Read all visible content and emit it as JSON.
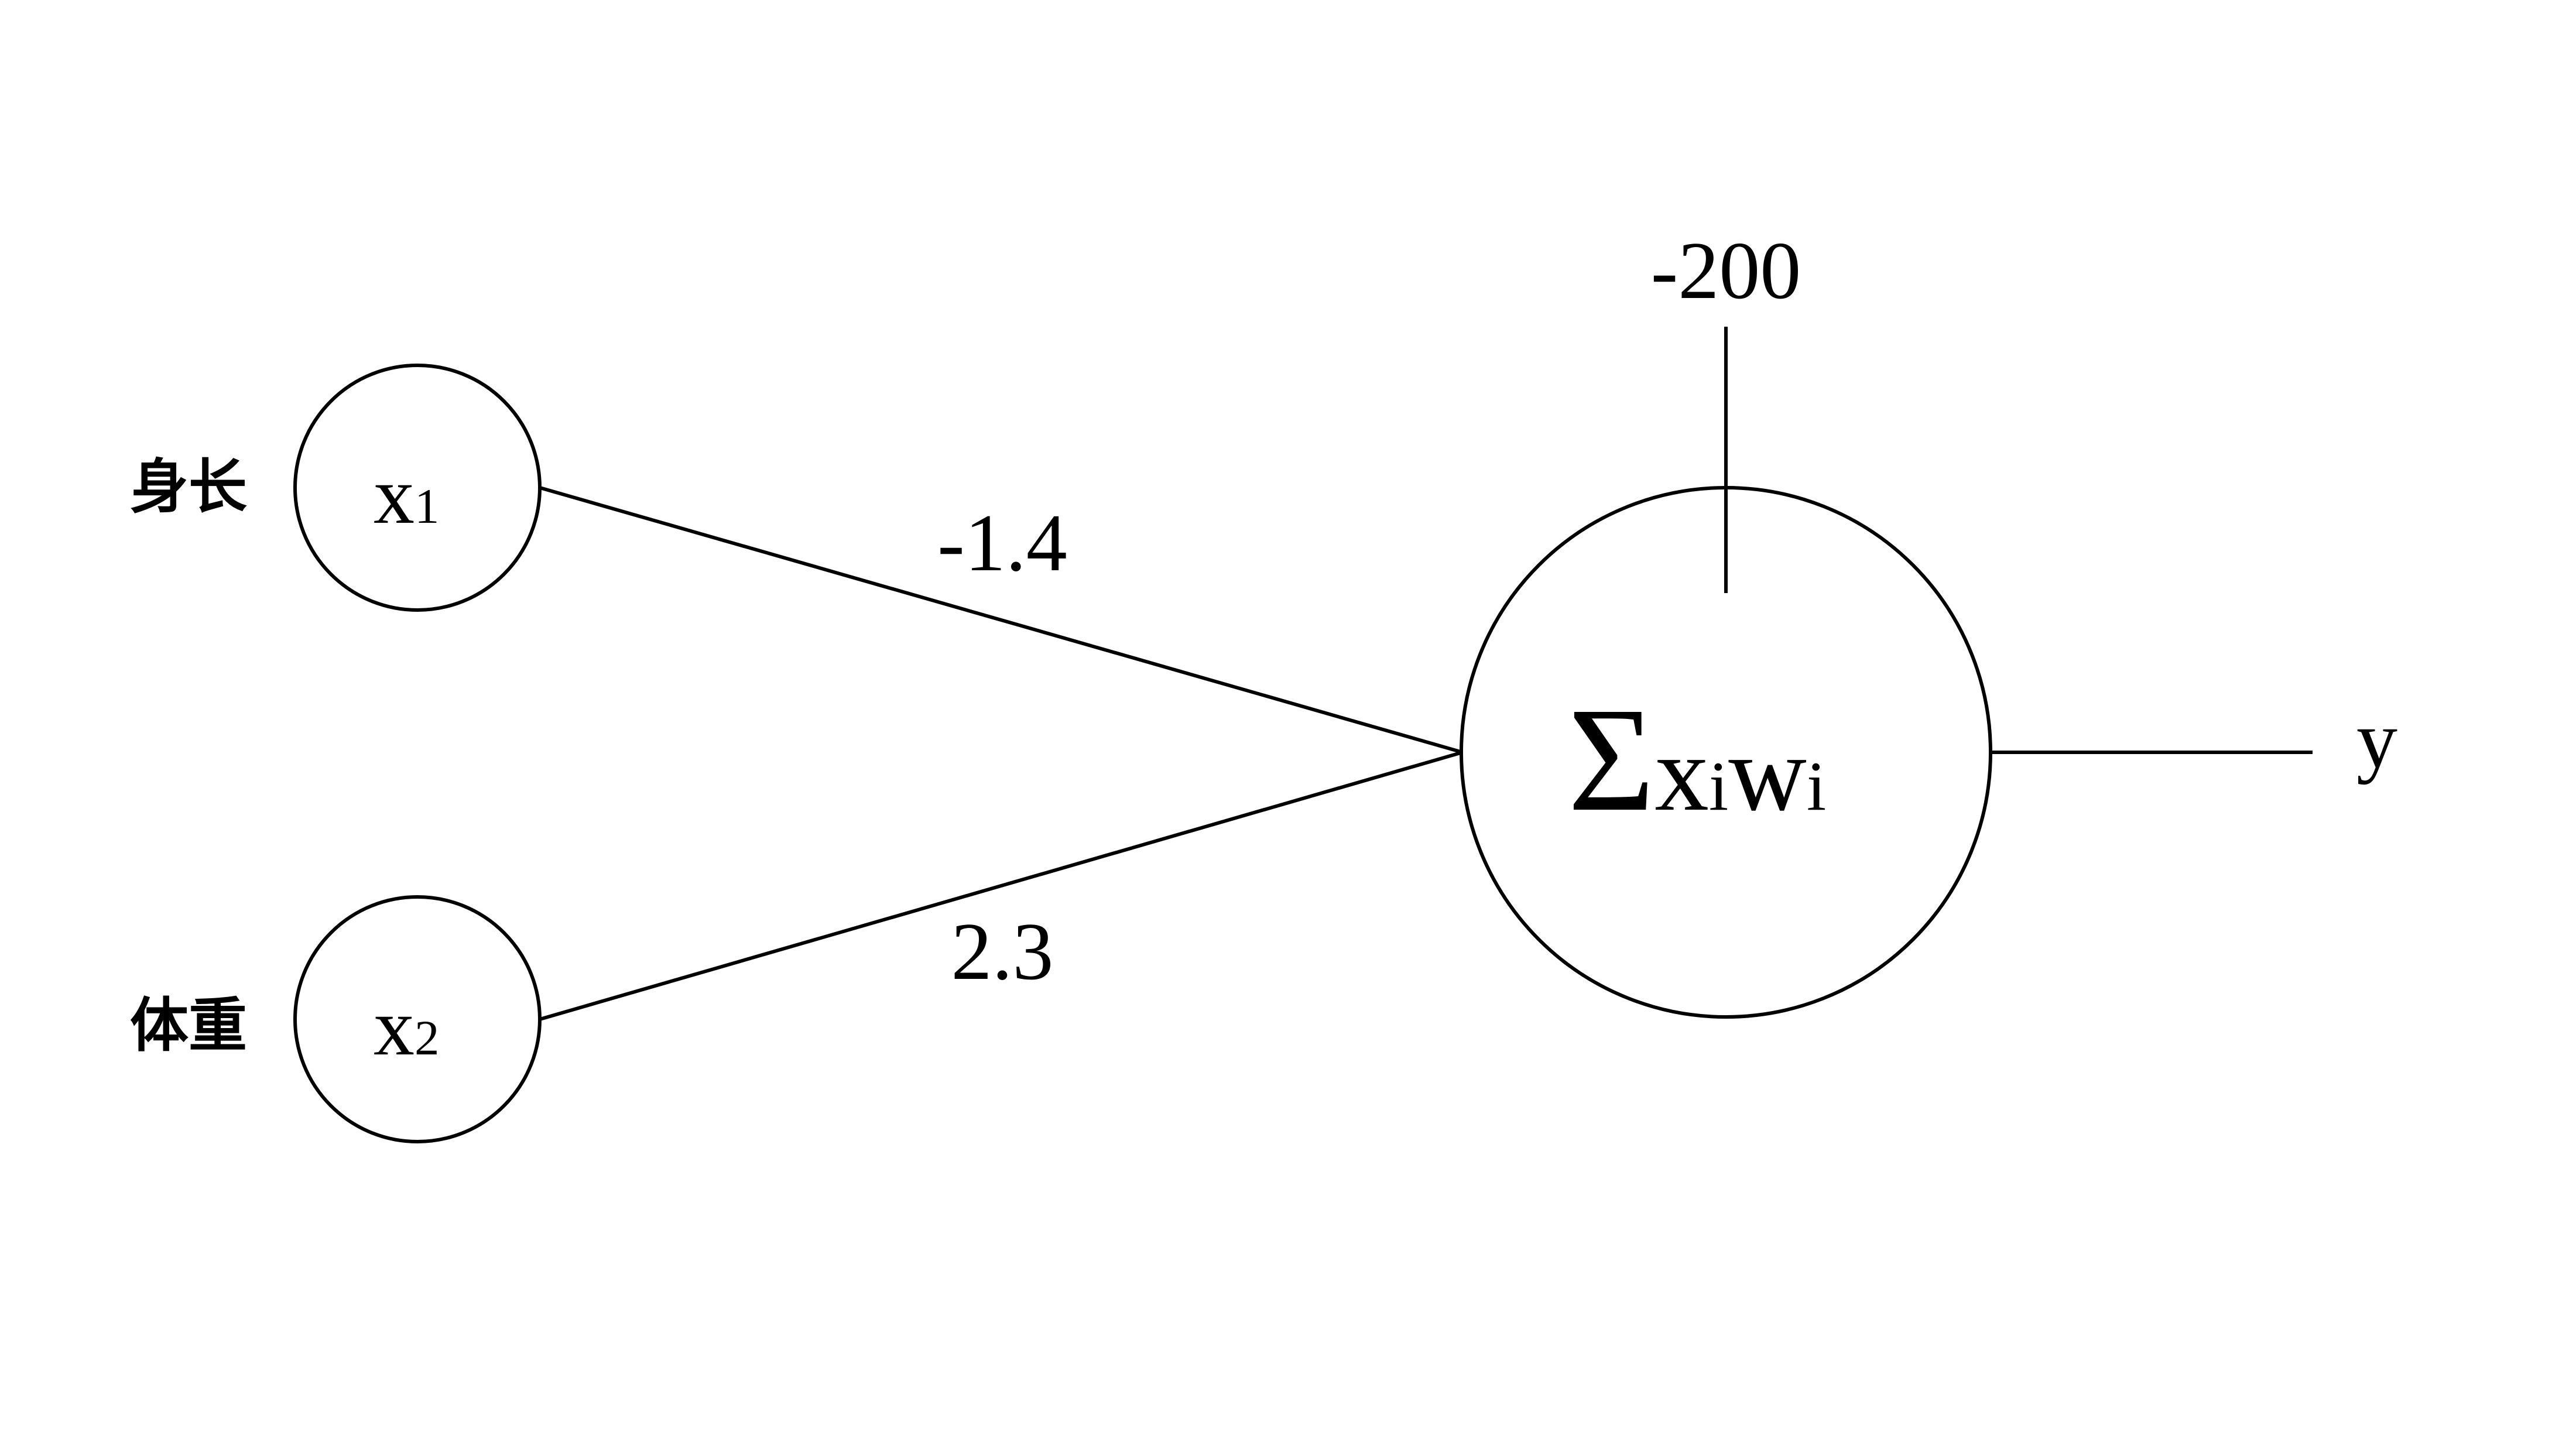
{
  "inputs": [
    {
      "label": "身长",
      "var": "x",
      "sub": "1"
    },
    {
      "label": "体重",
      "var": "x",
      "sub": "2"
    }
  ],
  "weights": [
    "-1.4",
    "2.3"
  ],
  "bias": "-200",
  "neuron": {
    "sigma": "Σ",
    "x": "x",
    "x_sub": "i",
    "w": "w",
    "w_sub": "i"
  },
  "output": "y",
  "colors": {
    "line": "#000000",
    "background": "#ffffff"
  }
}
